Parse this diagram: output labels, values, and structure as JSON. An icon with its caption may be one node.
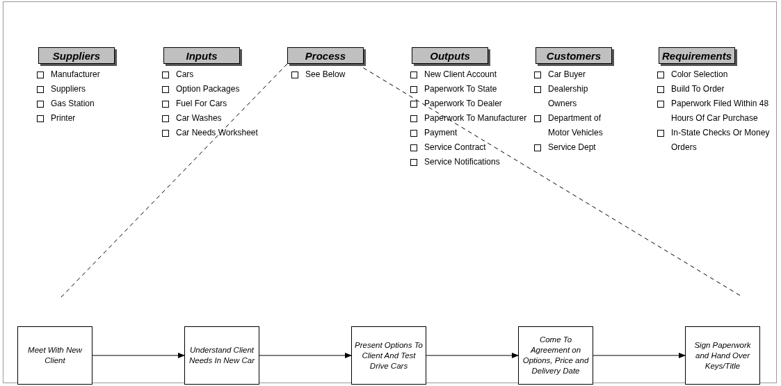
{
  "diagram": {
    "nodes": [
      {
        "text": [
          "Suppliers"
        ],
        "beside": [
          "Manufacturer",
          "Suppliers",
          "Gas Station",
          "Printer"
        ]
      },
      {
        "text": [
          "Inputs"
        ],
        "beside": [
          "Cars",
          "Option Packages",
          "Fuel For Cars",
          "Car Washes",
          "Car Needs Worksheet"
        ]
      },
      {
        "text": [
          "Process"
        ],
        "beside": [
          "See Below"
        ]
      },
      {
        "text": [
          "Outputs"
        ],
        "beside": [
          "New Client Account",
          "Paperwork To State",
          "Paperwork To Dealer",
          "Paperwork To Manufacturer",
          "Payment",
          "Service Contract",
          "Service Notifications"
        ]
      },
      {
        "text": [
          "Customers"
        ],
        "beside": [
          "Car Buyer",
          "Dealership Owners",
          "Department of Motor Vehicles",
          "Service Dept"
        ]
      },
      {
        "text": [
          "Requirements"
        ],
        "beside": [
          "Color Selection",
          "Build To Order",
          "Paperwork Filed Within 48 Hours Of Car Purchase",
          "In-State Checks Or Money Orders"
        ]
      },
      {
        "text": [
          "Meet With New Client"
        ]
      },
      {
        "text": [
          "Understand Client Needs In New Car"
        ]
      },
      {
        "text": [
          "Present Options To Client And Test Drive Cars"
        ]
      },
      {
        "text": [
          "Come To Agreement on Options, Price and Delivery Date"
        ]
      },
      {
        "text": [
          "Sign Paperwork and Hand Over Keys/Title"
        ]
      }
    ],
    "edges": [
      {
        "from": 6,
        "to": 7,
        "arrow": "to"
      },
      {
        "from": 7,
        "to": 8,
        "arrow": "to"
      },
      {
        "from": 8,
        "to": 9,
        "arrow": "to"
      },
      {
        "from": 9,
        "to": 10,
        "arrow": "to"
      },
      {
        "from": 2,
        "to": null,
        "arrow": "none",
        "style": "dashed"
      },
      {
        "from": 2,
        "to": null,
        "arrow": "none",
        "style": "dashed"
      }
    ]
  }
}
